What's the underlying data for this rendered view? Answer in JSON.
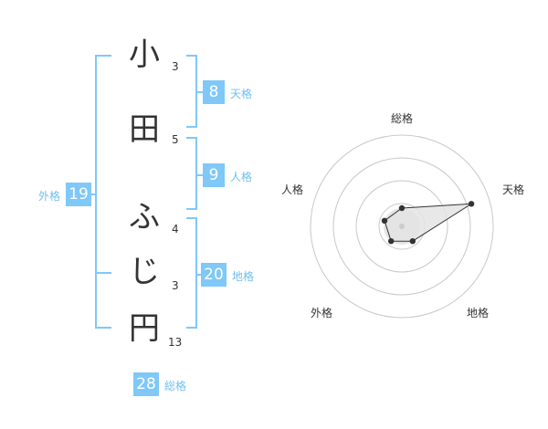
{
  "name": {
    "chars": [
      {
        "char": "小",
        "strokes": "3"
      },
      {
        "char": "田",
        "strokes": "5"
      },
      {
        "char": "ふ",
        "strokes": "4"
      },
      {
        "char": "じ",
        "strokes": "3"
      },
      {
        "char": "円",
        "strokes": "13"
      }
    ]
  },
  "kakusu": {
    "tenkaku": {
      "value": "8",
      "label": "天格"
    },
    "jinkaku": {
      "value": "9",
      "label": "人格"
    },
    "chikaku": {
      "value": "20",
      "label": "地格"
    },
    "gaikaku": {
      "value": "19",
      "label": "外格"
    },
    "soukaku": {
      "value": "28",
      "label": "総格"
    }
  },
  "radar": {
    "axes": [
      "総格",
      "天格",
      "地格",
      "外格",
      "人格"
    ],
    "values": [
      1,
      4,
      1,
      1,
      1
    ],
    "max": 5,
    "rings": 4,
    "colors": {
      "accent": "#7fc8f8",
      "ring": "#c8c8c8",
      "fill": "#e4e4e4",
      "line": "#333333",
      "point": "#333333",
      "center": "#cccccc"
    }
  }
}
